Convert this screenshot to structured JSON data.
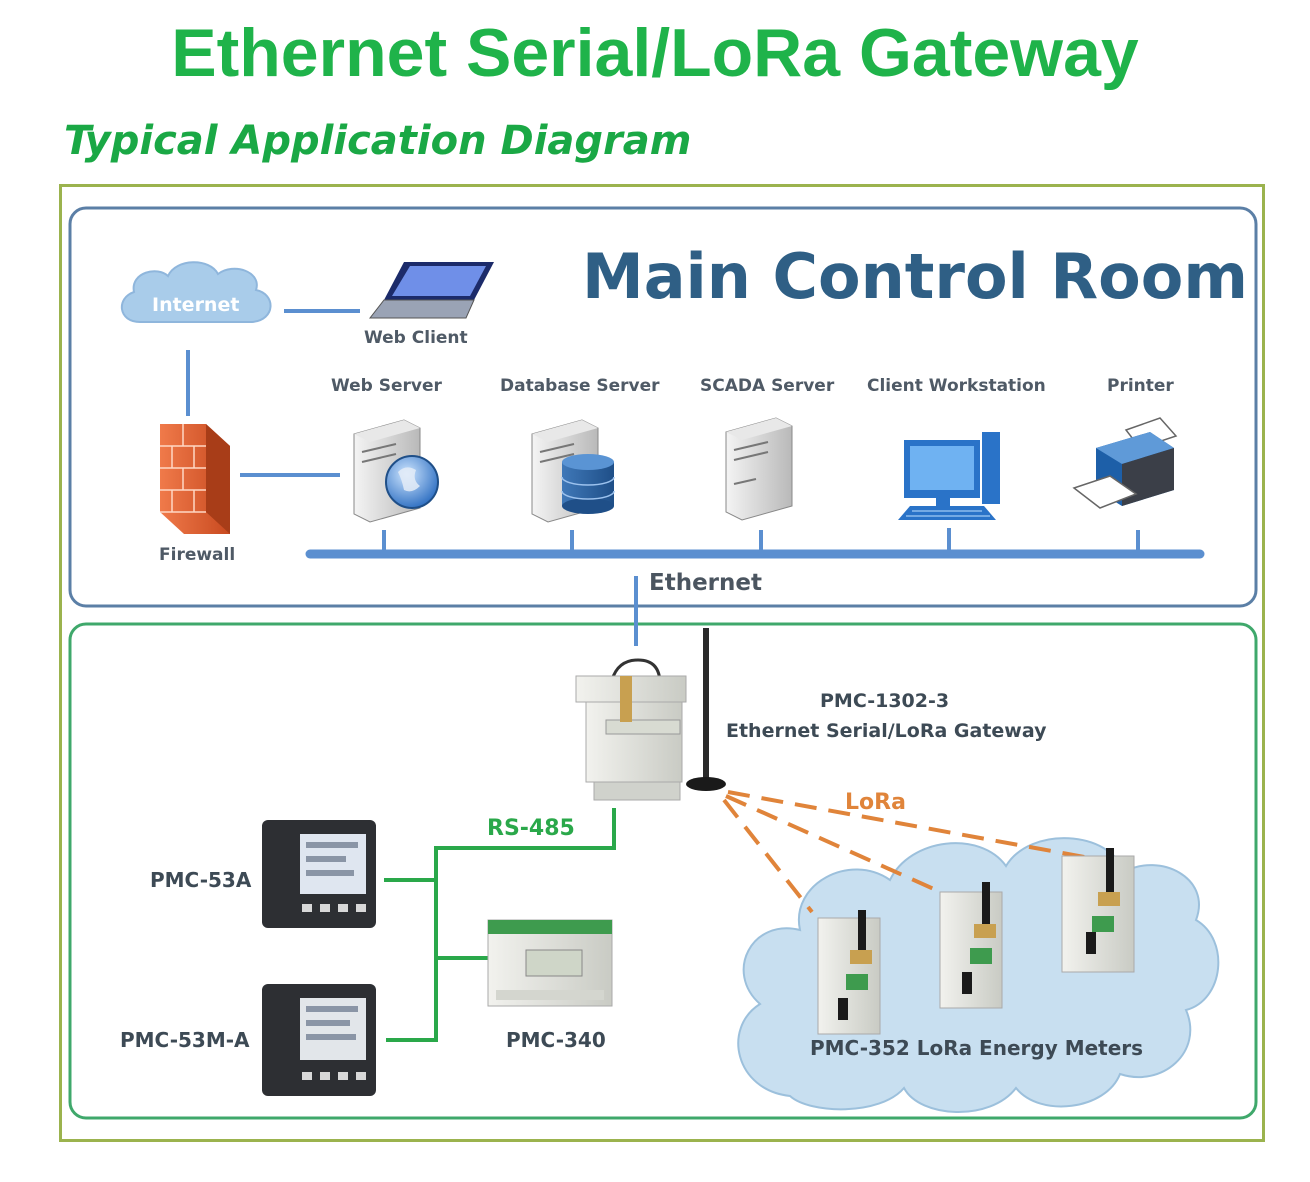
{
  "header": {
    "title": "Ethernet Serial/LoRa Gateway",
    "subtitle": "Typical Application Diagram"
  },
  "control_room": {
    "title": "Main Control Room",
    "nodes": {
      "internet": "Internet",
      "web_client": "Web Client",
      "firewall": "Firewall",
      "web_server": "Web Server",
      "database_server": "Database Server",
      "scada_server": "SCADA Server",
      "client_workstation": "Client Workstation",
      "printer": "Printer"
    },
    "bus_label": "Ethernet"
  },
  "field": {
    "gateway_model": "PMC-1302-3",
    "gateway_name": "Ethernet Serial/LoRa Gateway",
    "rs485_label": "RS-485",
    "lora_label": "LoRa",
    "meters": {
      "pmc53a": "PMC-53A",
      "pmc53ma": "PMC-53M-A",
      "pmc340": "PMC-340",
      "pmc352": "PMC-352 LoRa Energy Meters"
    }
  },
  "colors": {
    "title_green": "#1fb34a",
    "control_room_border": "#5b7fa6",
    "field_border": "#3fa86b",
    "bus_blue": "#5b8fd0",
    "rs485_green": "#2aa84a",
    "lora_orange": "#e0843a"
  }
}
